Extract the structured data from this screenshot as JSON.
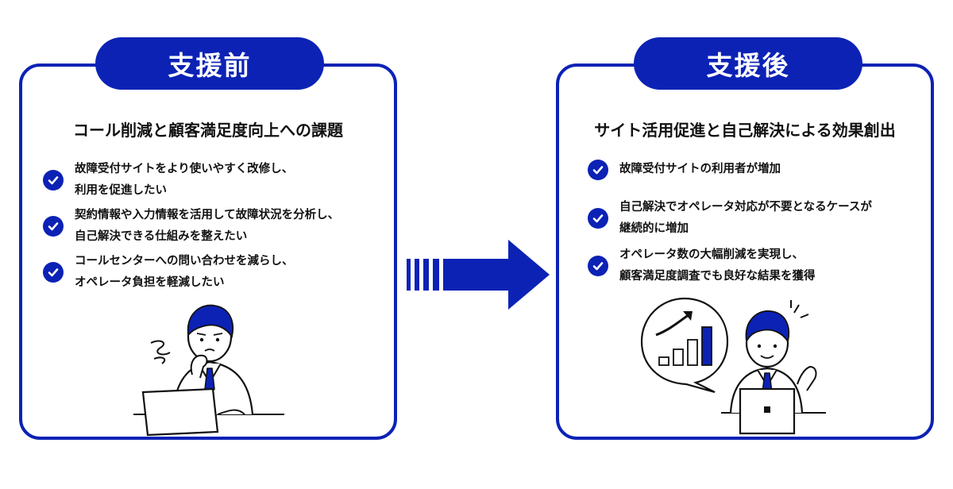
{
  "before": {
    "tab_label": "支援前",
    "heading": "コール削減と顧客満足度向上への課題",
    "items": [
      {
        "line1": "故障受付サイトをより使いやすく改修し、",
        "line2": "利用を促進したい"
      },
      {
        "line1": "契約情報や入力情報を活用して故障状況を分析し、",
        "line2": "自己解決できる仕組みを整えたい"
      },
      {
        "line1": "コールセンターへの問い合わせを減らし、",
        "line2": "オペレータ負担を軽減したい"
      }
    ],
    "illustration": "worried-businessman-at-laptop"
  },
  "after": {
    "tab_label": "支援後",
    "heading": "サイト活用促進と自己解決による効果創出",
    "items": [
      {
        "line1": "故障受付サイトの利用者が増加",
        "line2": ""
      },
      {
        "line1": "自己解決でオペレータ対応が不要となるケースが",
        "line2": "継続的に増加"
      },
      {
        "line1": "オペレータ数の大幅削減を実現し、",
        "line2": "顧客満足度調査でも良好な結果を獲得"
      }
    ],
    "illustration": "happy-businessman-with-growth-chart"
  },
  "colors": {
    "accent": "#0c22b5",
    "background": "#ffffff",
    "text": "#111111"
  },
  "icons": {
    "check": "check-circle-icon",
    "arrow": "right-arrow-icon"
  }
}
